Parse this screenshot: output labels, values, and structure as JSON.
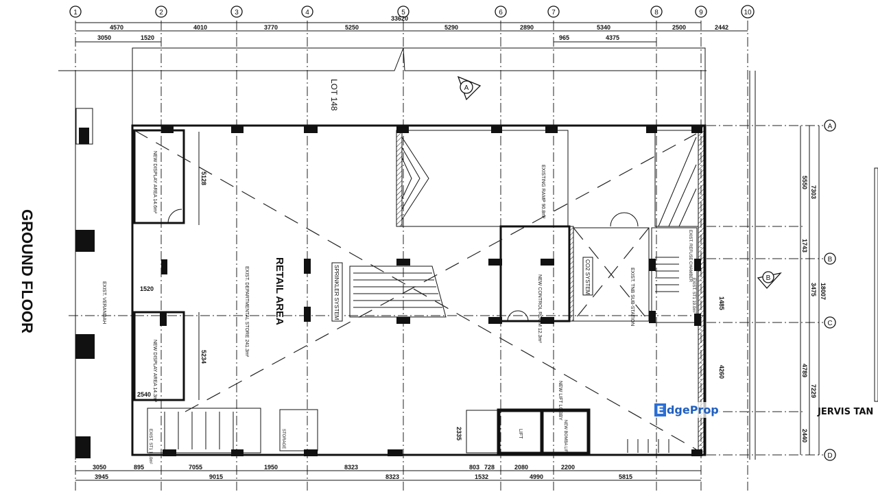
{
  "title": "GROUND FLOOR",
  "grid_columns": [
    "1",
    "2",
    "3",
    "4",
    "5",
    "6",
    "7",
    "8",
    "9",
    "10"
  ],
  "grid_rows": [
    "A",
    "B",
    "C",
    "D"
  ],
  "section_markers": [
    "A",
    "B"
  ],
  "top_dimensions": {
    "overall": "33620",
    "row1": [
      "4570",
      "4010",
      "3770",
      "5250",
      "5290",
      "2890",
      "5340",
      "2500",
      "2442"
    ],
    "row2": [
      "3050",
      "1520",
      "965",
      "4375"
    ]
  },
  "bottom_dimensions": {
    "row1": [
      "3050",
      "895",
      "7055",
      "1950",
      "8323",
      "803",
      "728",
      "2080",
      "2200"
    ],
    "row2": [
      "3945",
      "9015",
      "8323",
      "1532",
      "4990",
      "5815"
    ]
  },
  "right_dimensions": {
    "inner": [
      "5550",
      "1743",
      "4789",
      "2440"
    ],
    "middle": [
      "7303",
      "3475",
      "7229"
    ],
    "overall": "18007"
  },
  "internal_dimensions": [
    "5128",
    "5234",
    "1520",
    "2540",
    "1485",
    "4260",
    "2335"
  ],
  "rooms": {
    "lot": "LOT 148",
    "retail": "RETAIL AREA",
    "sprinkler": "SPRINKLER SYSTEM",
    "co2": "CO2 SYSTEM",
    "display_1": "NEW DISPLAY AREA 14.6m²",
    "display_2": "NEW DISPLAY AREA 14.3m²",
    "dept_store": "EXIST. DEPARTMENTAL STORE 241.3m²",
    "ramp": "EXISTING RAMP 90.8m²",
    "control_room": "NEW CONTROL ROOM 12.3m²",
    "tnb": "EXIST. TNB SUB-STATION",
    "refuse": "EXIST. REFUSE CHAMBER",
    "stair_right": "EXIST. ST1 19.0m²",
    "verandah": "EXIST. VERANDAH",
    "lift_lobby": "NEW LIFT LOBBY",
    "lift": "LIFT",
    "bomba_lift": "NEW BOMBA LIFT",
    "storage": "STORAGE",
    "stair_left": "EXIST. ST1 13.0m²"
  },
  "watermark": {
    "brand": "EdgeProp",
    "brand_first": "E",
    "brand_rest": "dgeProp",
    "agent": "JERVIS TAN",
    "brand_color": "#2b6fd6"
  }
}
